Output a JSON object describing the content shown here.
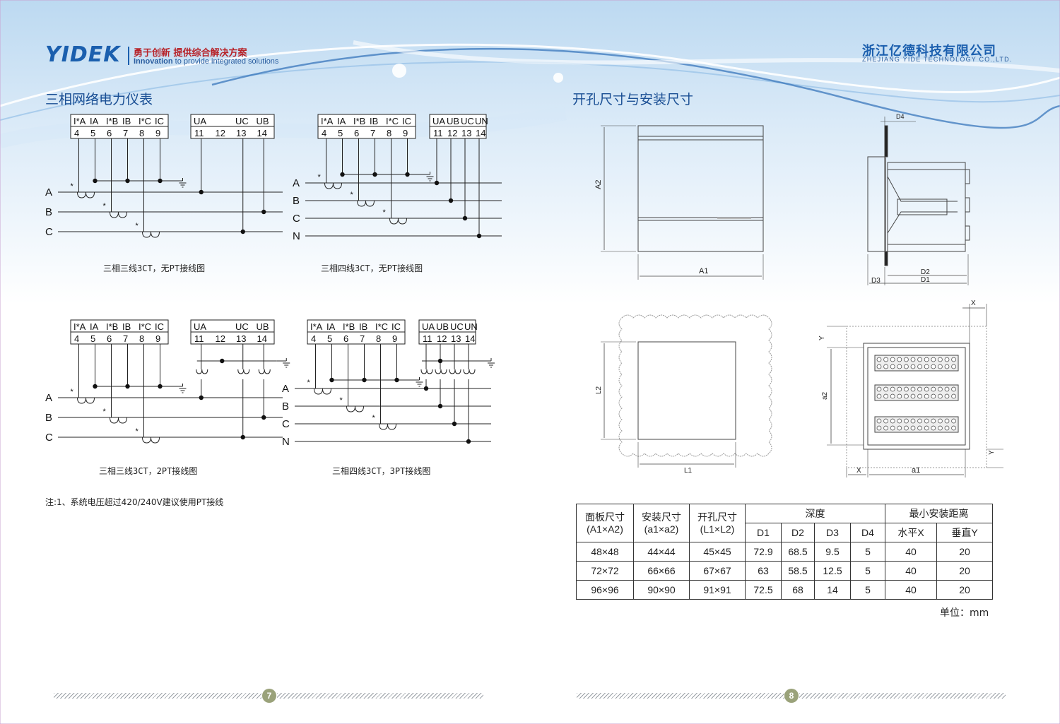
{
  "header": {
    "logo": "YIDEK",
    "slogan_cn": "勇于创新  提供综合解决方案",
    "slogan_en_bold": "Innovation",
    "slogan_en_rest": " to provide integrated solutions",
    "company_cn": "浙江亿德科技有限公司",
    "company_en": "ZHEJIANG YIDE TECHNOLOGY CO.,LTD."
  },
  "left_page": {
    "title": "三相网络电力仪表",
    "captions": [
      "三相三线3CT，无PT接线图",
      "三相四线3CT，无PT接线图",
      "三相三线3CT，2PT接线图",
      "三相四线3CT，3PT接线图"
    ],
    "note": "注:1、系统电压超过420/240V建议使用PT接线",
    "page_number": "7"
  },
  "diagrams": {
    "d1": {
      "top_a": [
        "I*A",
        "IA",
        "I*B",
        "IB",
        "I*C",
        "IC"
      ],
      "nums_a": [
        "4",
        "5",
        "6",
        "7",
        "8",
        "9"
      ],
      "top_b": [
        "UA",
        "",
        "UC",
        "UB"
      ],
      "nums_b": [
        "11",
        "12",
        "13",
        "14"
      ],
      "lines": [
        "A",
        "B",
        "C"
      ]
    },
    "d2": {
      "top_a": [
        "I*A",
        "IA",
        "I*B",
        "IB",
        "I*C",
        "IC"
      ],
      "nums_a": [
        "4",
        "5",
        "6",
        "7",
        "8",
        "9"
      ],
      "top_b": [
        "UA",
        "UB",
        "UC",
        "UN"
      ],
      "nums_b": [
        "11",
        "12",
        "13",
        "14"
      ],
      "lines": [
        "A",
        "B",
        "C",
        "N"
      ]
    },
    "d3": {
      "top_a": [
        "I*A",
        "IA",
        "I*B",
        "IB",
        "I*C",
        "IC"
      ],
      "nums_a": [
        "4",
        "5",
        "6",
        "7",
        "8",
        "9"
      ],
      "top_b": [
        "UA",
        "",
        "UC",
        "UB"
      ],
      "nums_b": [
        "11",
        "12",
        "13",
        "14"
      ],
      "lines": [
        "A",
        "B",
        "C"
      ]
    },
    "d4": {
      "top_a": [
        "I*A",
        "IA",
        "I*B",
        "IB",
        "I*C",
        "IC"
      ],
      "nums_a": [
        "4",
        "5",
        "6",
        "7",
        "8",
        "9"
      ],
      "top_b": [
        "UA",
        "UB",
        "UC",
        "UN"
      ],
      "nums_b": [
        "11",
        "12",
        "13",
        "14"
      ],
      "lines": [
        "A",
        "B",
        "C",
        "N"
      ]
    },
    "star": "*"
  },
  "right_page": {
    "title": "开孔尺寸与安装尺寸",
    "labels": {
      "A1": "A1",
      "A2": "A2",
      "D1": "D1",
      "D2": "D2",
      "D3": "D3",
      "D4": "D4",
      "L1": "L1",
      "L2": "L2",
      "a1": "a1",
      "a2": "a2",
      "X": "X",
      "Y": "Y"
    },
    "table": {
      "h_panel": "面板尺寸",
      "h_panel_sub": "(A1×A2)",
      "h_mount": "安装尺寸",
      "h_mount_sub": "(a1×a2)",
      "h_cut": "开孔尺寸",
      "h_cut_sub": "(L1×L2)",
      "h_depth": "深度",
      "h_min": "最小安装距离",
      "sub": [
        "D1",
        "D2",
        "D3",
        "D4",
        "水平X",
        "垂直Y"
      ],
      "rows": [
        [
          "48×48",
          "44×44",
          "45×45",
          "72.9",
          "68.5",
          "9.5",
          "5",
          "40",
          "20"
        ],
        [
          "72×72",
          "66×66",
          "67×67",
          "63",
          "58.5",
          "12.5",
          "5",
          "40",
          "20"
        ],
        [
          "96×96",
          "90×90",
          "91×91",
          "72.5",
          "68",
          "14",
          "5",
          "40",
          "20"
        ]
      ]
    },
    "unit": "单位：mm",
    "page_number": "8"
  },
  "colors": {
    "brand_blue": "#1b5fae",
    "slogan_red": "#b72228",
    "title_blue": "#1a4f94"
  }
}
